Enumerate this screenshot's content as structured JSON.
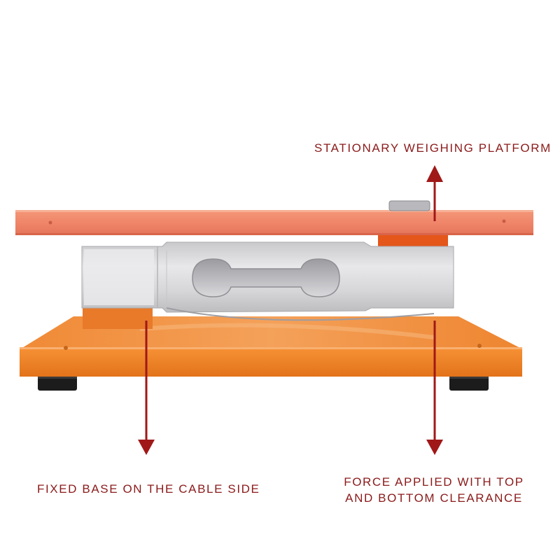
{
  "labels": {
    "top_platform": "STATIONARY WEIGHING PLATFORM",
    "fixed_base": "FIXED BASE ON THE CABLE SIDE",
    "force_line1": "FORCE APPLIED WITH TOP",
    "force_line2": "AND BOTTOM CLEARANCE"
  },
  "colors": {
    "label_text": "#8b1a1a",
    "arrow": "#a01818",
    "platform_orange": "#f0866a",
    "base_orange": "#f2801e",
    "load_cell_metal": "#d7d7d9",
    "feet": "#1c1c1c"
  },
  "arrow_directions": {
    "top_platform_arrow": "up",
    "fixed_base_arrow": "down",
    "force_arrow": "down"
  }
}
